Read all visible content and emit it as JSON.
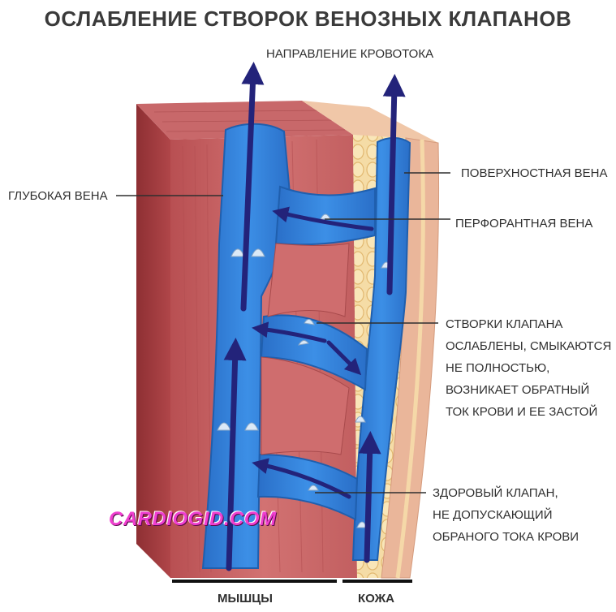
{
  "title": "ОСЛАБЛЕНИЕ СТВОРОК ВЕНОЗНЫХ КЛАПАНОВ",
  "labels": {
    "blood_flow_direction": "НАПРАВЛЕНИЕ КРОВОТОКА",
    "deep_vein": "ГЛУБОКАЯ ВЕНА",
    "superficial_vein": "ПОВЕРХНОСТНАЯ ВЕНА",
    "perforating_vein": "ПЕРФОРАНТНАЯ ВЕНА",
    "weak_valve": [
      "СТВОРКИ КЛАПАНА",
      "ОСЛАБЛЕНЫ, СМЫКАЮТСЯ",
      "НЕ ПОЛНОСТЬЮ,",
      "ВОЗНИКАЕТ ОБРАТНЫЙ",
      "ТОК КРОВИ И ЕЕ ЗАСТОЙ"
    ],
    "healthy_valve": [
      "ЗДОРОВЫЙ КЛАПАН,",
      "НЕ ДОПУСКАЮЩИЙ",
      "ОБРАНОГО ТОКА КРОВИ"
    ],
    "muscles": "МЫШЦЫ",
    "skin": "КОЖА"
  },
  "watermark": "CARDIOGID.COM",
  "colors": {
    "muscle": "#c45a5a",
    "muscle_dark": "#9e3a3c",
    "vein": "#2f7fd6",
    "vein_edge": "#1f5fae",
    "arrow": "#23237a",
    "fat": "#f2d59a",
    "skin": "#ecc0a4",
    "watermark": "#f03fd0"
  }
}
